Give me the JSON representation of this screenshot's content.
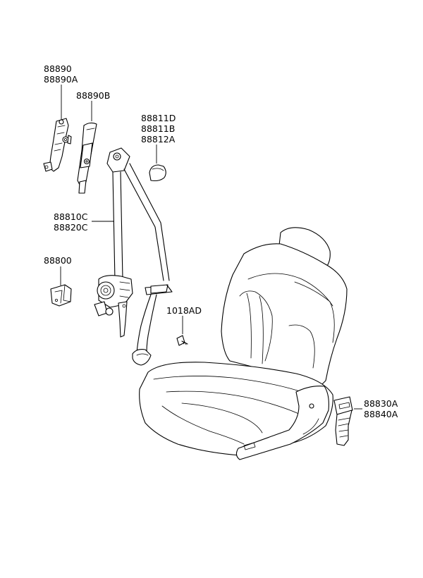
{
  "labels": {
    "guide_a": [
      "88890",
      "88890A"
    ],
    "guide_b": [
      "88890B"
    ],
    "cover": [
      "88811D",
      "88811B",
      "88812A"
    ],
    "belt_assy": [
      "88810C",
      "88820C"
    ],
    "bracket": [
      "88800"
    ],
    "bolt": [
      "1018AD"
    ],
    "buckle": [
      "88830A",
      "88840A"
    ]
  }
}
